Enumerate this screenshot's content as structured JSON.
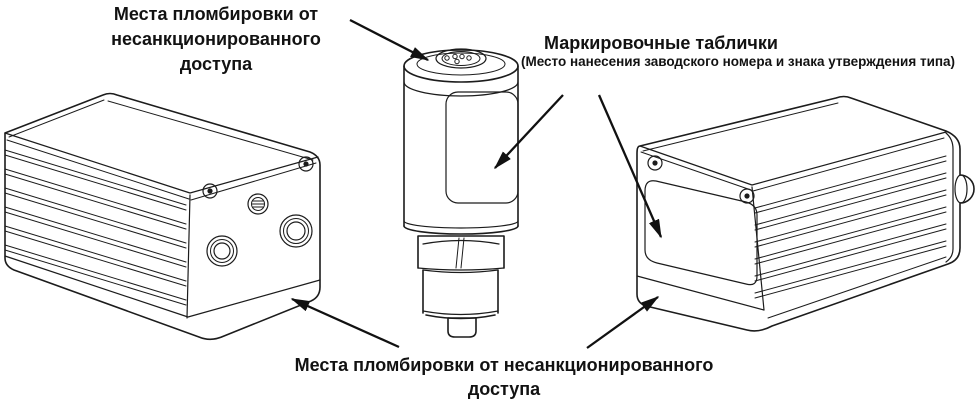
{
  "figure": {
    "background": "#ffffff",
    "ink_color": "#1c1c1c",
    "text_color": "#121212"
  },
  "annotations": {
    "seal_top": {
      "line1": "Места пломбировки от",
      "line2": "несанкционированного",
      "line3": "доступа"
    },
    "marking": {
      "title": "Маркировочные таблички",
      "subtitle": "(Место нанесения заводского номера и знака утверждения типа)"
    },
    "seal_bottom": {
      "line1": "Места пломбировки от несанкционированного",
      "line2": "доступа"
    }
  }
}
